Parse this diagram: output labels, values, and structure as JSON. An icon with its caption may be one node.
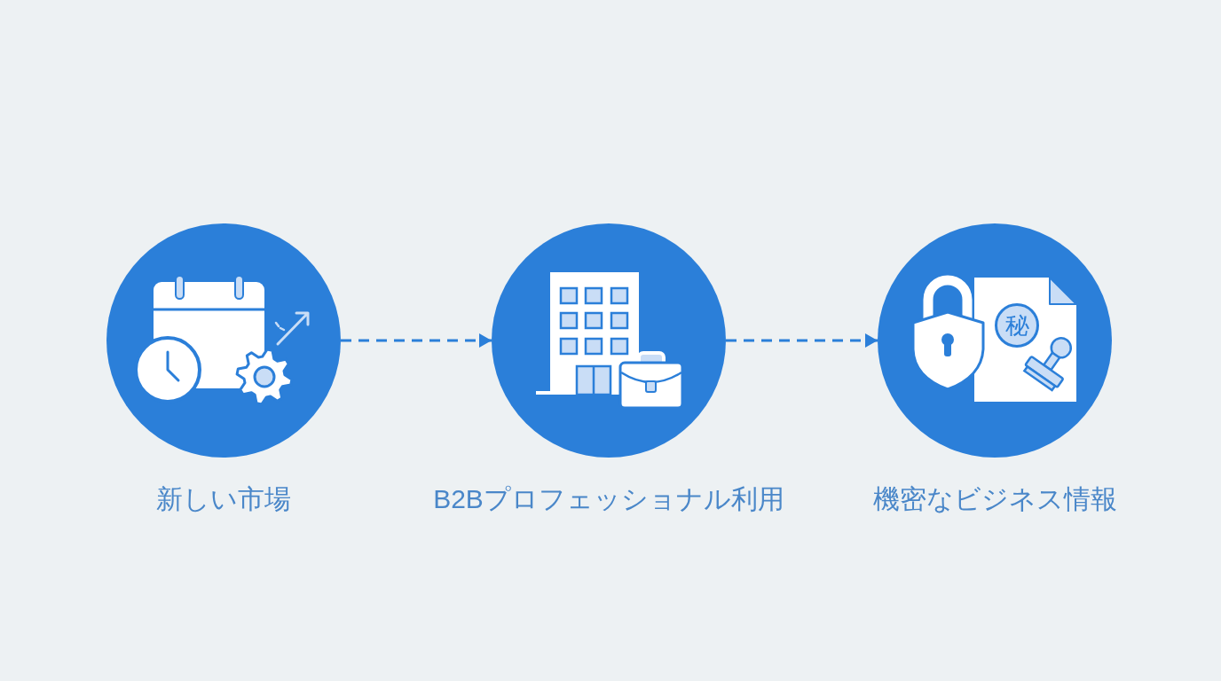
{
  "diagram": {
    "nodes": [
      {
        "text": [
          "新しい市場"
        ]
      },
      {
        "text": [
          "B2Bプロフェッショナル利用"
        ]
      },
      {
        "text": [
          "機密なビジネス情報"
        ]
      }
    ],
    "edges": [
      {
        "from": 0,
        "to": 1,
        "arrow": "to",
        "style": "dashed"
      },
      {
        "from": 1,
        "to": 2,
        "arrow": "to",
        "style": "dashed"
      }
    ],
    "labels": [
      "秘"
    ]
  }
}
